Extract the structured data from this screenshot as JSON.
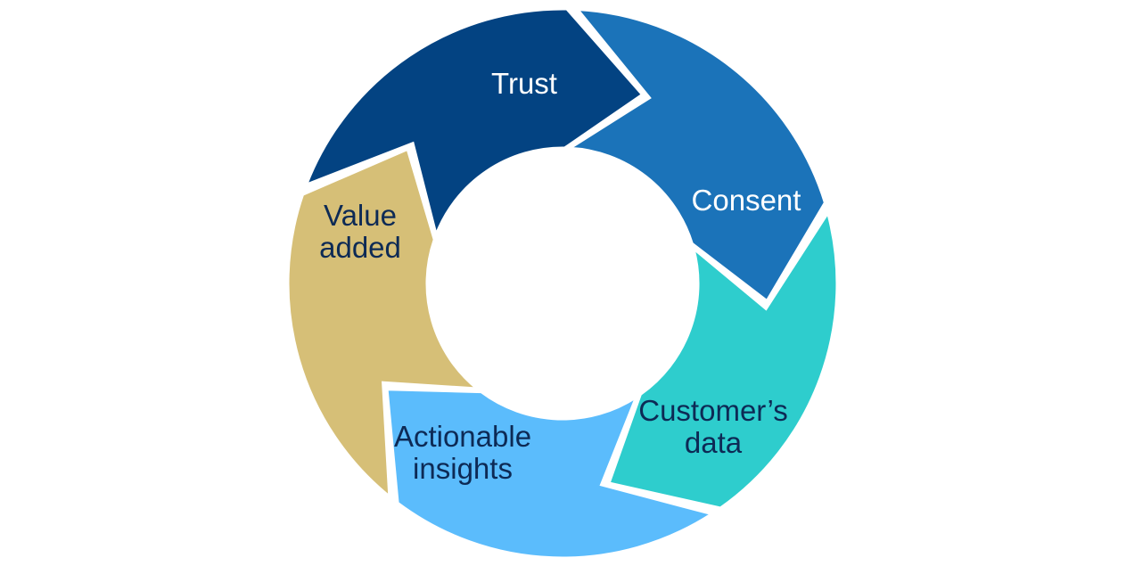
{
  "diagram": {
    "segments": [
      {
        "id": "trust",
        "lines": [
          "Trust"
        ],
        "fill": "#034382",
        "text_color": "#ffffff"
      },
      {
        "id": "consent",
        "lines": [
          "Consent"
        ],
        "fill": "#1b73b9",
        "text_color": "#ffffff"
      },
      {
        "id": "customers-data",
        "lines": [
          "Customer’s",
          "data"
        ],
        "fill": "#2ecdcd",
        "text_color": "#0d2a55"
      },
      {
        "id": "actionable-insights",
        "lines": [
          "Actionable",
          "insights"
        ],
        "fill": "#5bbcfc",
        "text_color": "#0d2a55"
      },
      {
        "id": "value-added",
        "lines": [
          "Value",
          "added"
        ],
        "fill": "#d6bf77",
        "text_color": "#0d2a55"
      }
    ]
  }
}
